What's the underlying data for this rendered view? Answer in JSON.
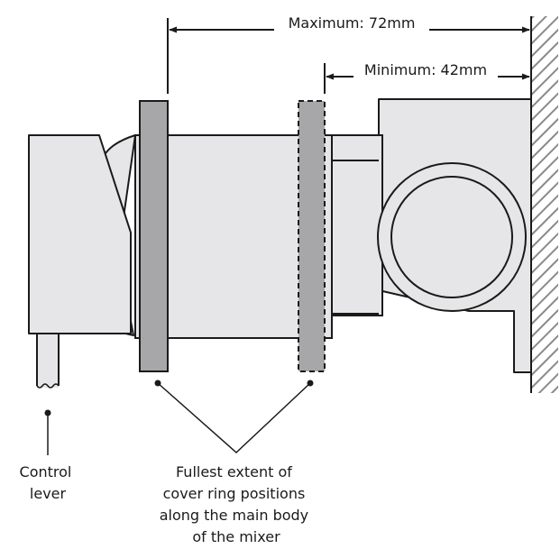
{
  "dimensions": {
    "maximum": "Maximum: 72mm",
    "minimum": "Minimum: 42mm"
  },
  "labels": {
    "control_lever": [
      "Control",
      "lever"
    ],
    "cover_ring": [
      "Fullest extent of",
      "cover ring positions",
      "along the main body",
      "of the mixer"
    ]
  },
  "colors": {
    "body_fill": "#e6e6e8",
    "ring_fill": "#a7a7aa",
    "outline": "#1a1a1a",
    "hatch": "#888888"
  }
}
